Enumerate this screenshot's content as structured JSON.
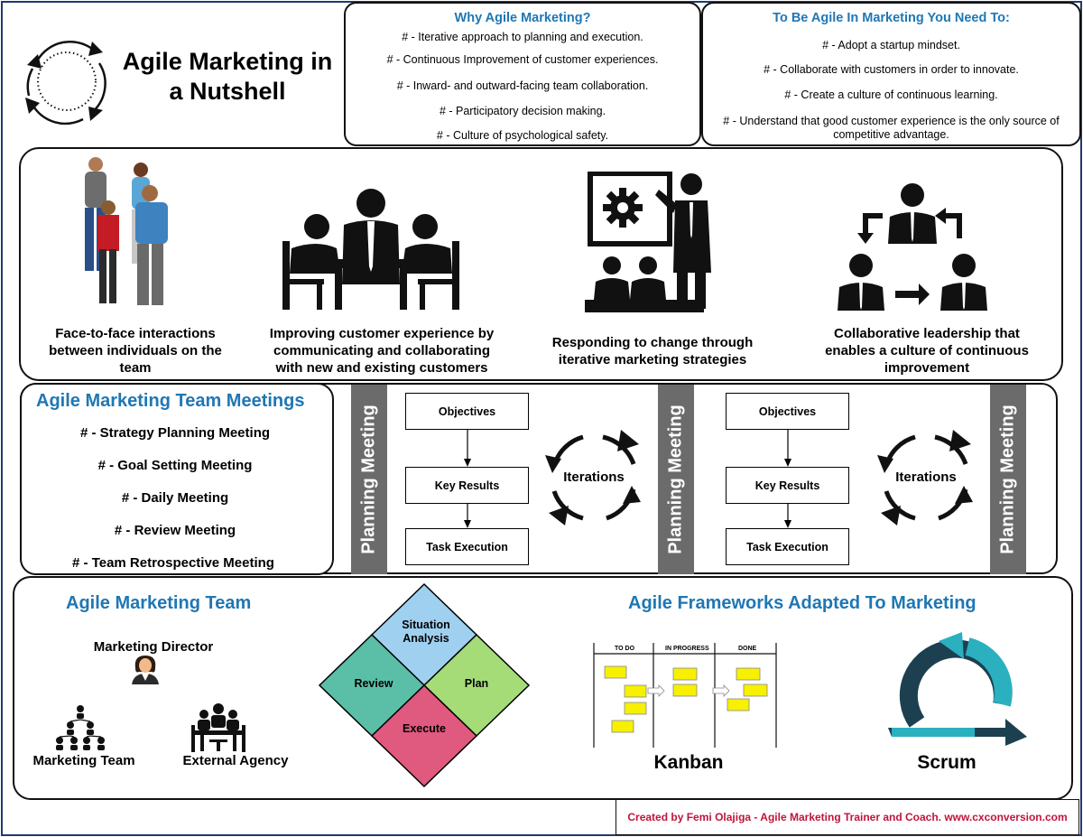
{
  "header": {
    "title_line1": "Agile Marketing in",
    "title_line2": "a Nutshell"
  },
  "why": {
    "title": "Why Agile Marketing?",
    "items": [
      "# - Iterative approach to planning and execution.",
      "# - Continuous Improvement of customer experiences.",
      "# - Inward- and outward-facing team collaboration.",
      "# - Participatory decision making.",
      "# - Culture of psychological safety."
    ]
  },
  "need": {
    "title": "To Be Agile In Marketing You Need To:",
    "items": [
      "# - Adopt a startup mindset.",
      "# - Collaborate with customers in order to innovate.",
      "# - Create a culture of continuous learning.",
      "# - Understand that good customer experience is the only source of",
      "competitive advantage."
    ]
  },
  "values": [
    {
      "line1": "Face-to-face interactions",
      "line2": "between individuals on the",
      "line3": "team"
    },
    {
      "line1": "Improving customer experience by",
      "line2": "communicating and collaborating",
      "line3": "with new and existing customers"
    },
    {
      "line1": "Responding to change through",
      "line2": "iterative marketing strategies"
    },
    {
      "line1": "Collaborative leadership that",
      "line2": "enables a culture of continuous",
      "line3": "improvement"
    }
  ],
  "meetings": {
    "title": "Agile Marketing Team Meetings",
    "items": [
      "# - Strategy Planning Meeting",
      "# - Goal Setting Meeting",
      "# - Daily Meeting",
      "# - Review Meeting",
      "# - Team Retrospective Meeting"
    ]
  },
  "cycle": {
    "planning_label": "Planning Meeting",
    "objectives": "Objectives",
    "key_results": "Key Results",
    "task_execution": "Task Execution",
    "iterations": "Iterations"
  },
  "team": {
    "title": "Agile Marketing Team",
    "director": "Marketing Director",
    "marketing_team": "Marketing Team",
    "external_agency": "External Agency"
  },
  "diamond": {
    "situation_line1": "Situation",
    "situation_line2": "Analysis",
    "review": "Review",
    "plan": "Plan",
    "execute": "Execute"
  },
  "frameworks": {
    "title": "Agile Frameworks Adapted To Marketing",
    "kanban_todo": "TO DO",
    "kanban_progress": "IN PROGRESS",
    "kanban_done": "DONE",
    "kanban": "Kanban",
    "scrum": "Scrum"
  },
  "footer": {
    "credit": "Created by Femi Olajiga - Agile Marketing Trainer and Coach. www.cxconversion.com"
  },
  "colors": {
    "heading_blue": "#1f77b4",
    "situation": "#9fd0f0",
    "review": "#5bbfa8",
    "plan": "#a6dc78",
    "execute": "#e0597e",
    "bar_gray": "#6b6b6b",
    "credit_red": "#c0143c",
    "sticky": "#f7f000",
    "scrum_teal": "#2bb0c0",
    "scrum_dark": "#1c4050"
  }
}
